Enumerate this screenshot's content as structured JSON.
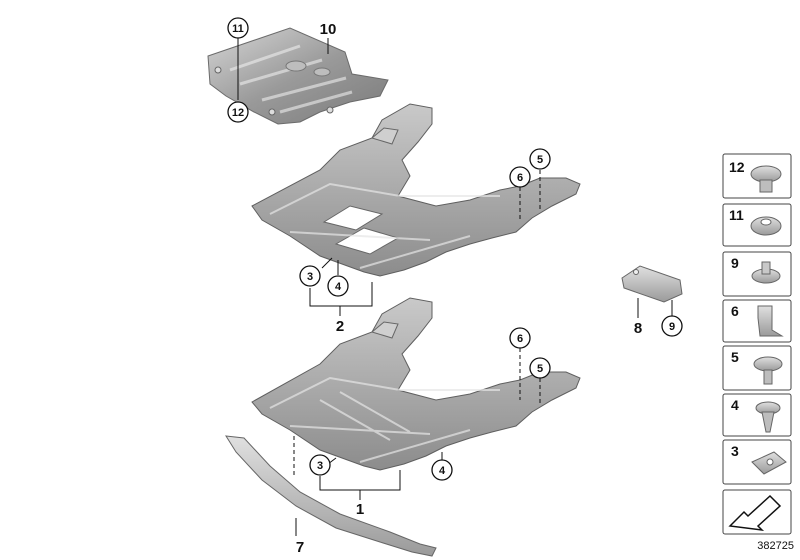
{
  "diagram_ref": "382725",
  "callouts": {
    "c1": "1",
    "c2": "2",
    "c3a": "3",
    "c3b": "3",
    "c4a": "4",
    "c4b": "4",
    "c5a": "5",
    "c5b": "5",
    "c6a": "6",
    "c6b": "6",
    "c7": "7",
    "c8": "8",
    "c9": "9",
    "c10": "10",
    "c11": "11",
    "c12": "12"
  },
  "legend": {
    "items": [
      {
        "number": "12",
        "icon": "push-rivet-icon"
      },
      {
        "number": "11",
        "icon": "washer-icon"
      },
      {
        "number": "9",
        "icon": "expanding-clip-icon"
      },
      {
        "number": "6",
        "icon": "bracket-clip-icon"
      },
      {
        "number": "5",
        "icon": "collar-screw-icon"
      },
      {
        "number": "4",
        "icon": "plastic-rivet-icon"
      },
      {
        "number": "3",
        "icon": "clip-nut-icon"
      }
    ],
    "bottom_icon": "diagram-direction-arrow-icon"
  }
}
